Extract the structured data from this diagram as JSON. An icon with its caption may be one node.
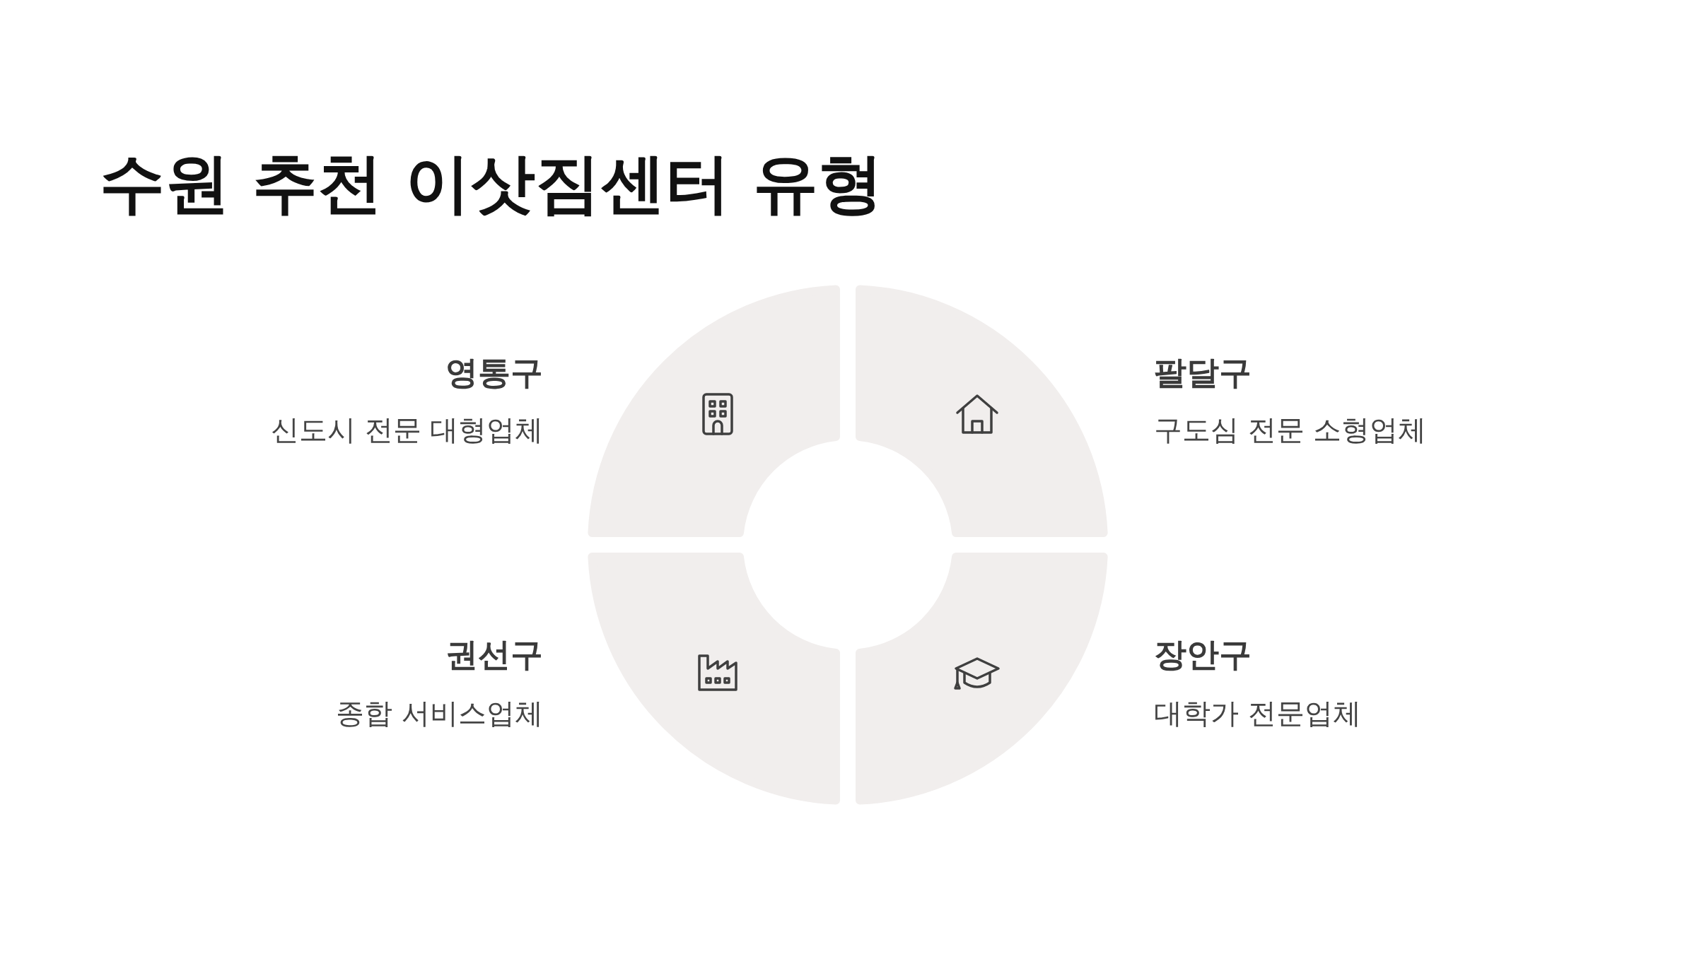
{
  "diagram": {
    "title": "수원 추천 이삿짐센터 유형",
    "labels": [
      "영통구",
      "신도시 전문 대형업체",
      "팔달구",
      "구도심 전문 소형업체",
      "권선구",
      "종합 서비스업체",
      "장안구",
      "대학가 전문업체"
    ]
  }
}
